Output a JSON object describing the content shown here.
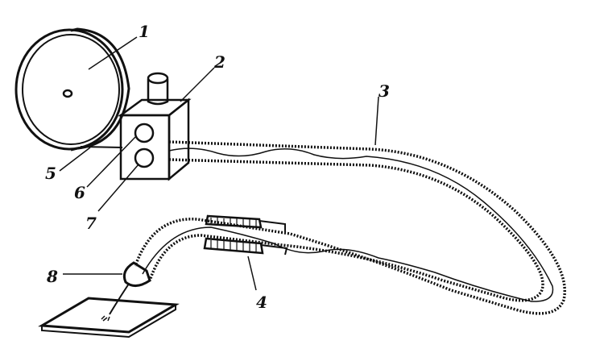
{
  "diagram": {
    "labels": {
      "l1": "1",
      "l2": "2",
      "l3": "3",
      "l4": "4",
      "l5": "5",
      "l6": "6",
      "l7": "7",
      "l8": "8"
    }
  },
  "colors": {
    "ink": "#111111",
    "background": "#ffffff"
  }
}
